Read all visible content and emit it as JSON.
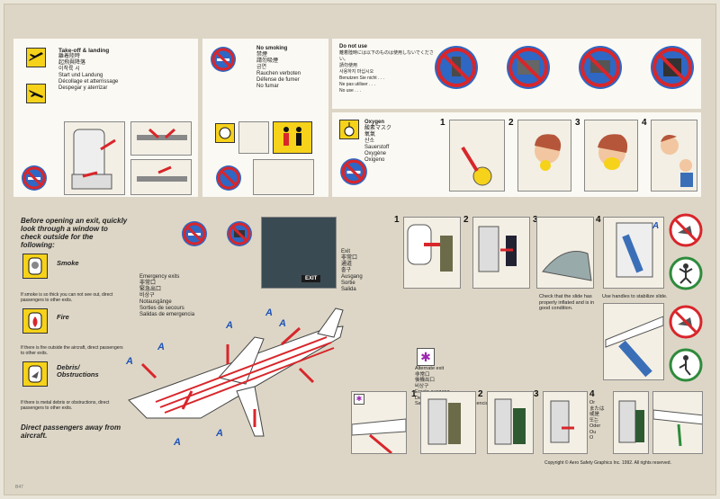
{
  "takeoff": {
    "title": "Take-off & landing",
    "langs": "離着陸時\n起飛與降落\n이착륙 시\nStart und Landung\nDécollage et atterrissage\nDespegar y aterrizar"
  },
  "smoking": {
    "title": "No smoking",
    "langs": "禁煙\n請勿吸煙\n금연\nRauchen verboten\nDéfense de fumer\nNo fumar"
  },
  "donotuse": {
    "title": "Do not use",
    "langs": "離着陸時には以下のものは使用しないでください。\n請勿使用\n사용하지 마십시오\nBenutzen Sie nicht . . .\nNe pas utiliser . . .\nNo use . . ."
  },
  "oxygen": {
    "title": "Oxygen",
    "langs": "酸素マスク\n氧氣\n산소\nSauerstoff\nOxygène\nOxigeno",
    "steps": [
      "1",
      "2",
      "3",
      "4"
    ]
  },
  "before_exit": {
    "title": "Before opening an exit, quickly look through a window to check outside for the following:",
    "smoke": {
      "label": "Smoke",
      "note": "If smoke is so thick you can not see out, direct passengers to other exits."
    },
    "fire": {
      "label": "Fire",
      "note": "If there is fire outside the aircraft, direct passengers to other exits."
    },
    "debris": {
      "label": "Debris/\nObstructions",
      "note": "If there is metal debris or obstructions, direct passengers to other exits."
    },
    "direct": "Direct passengers away from aircraft."
  },
  "emergency_exits": {
    "langs": "Emergency exits\n非常口\n緊急出口\n비상구\nNotausgänge\nSorties de secours\nSalidas de emergencia",
    "marker": "A"
  },
  "exit_sign": {
    "langs": "Exit\n非常口\n通道\n출구\nAusgang\nSortie\nSalida",
    "sign": "EXIT"
  },
  "slide": {
    "steps": [
      "1",
      "2",
      "3",
      "4"
    ],
    "check_note": "Check that the slide has properly inflated and is in good condition.",
    "handles_note": "Use handles to stabilize slide.",
    "marker": "A"
  },
  "alternate": {
    "langs": "Alternate exit\n非常口\n後機出口\n비상구\nErsatz-ausgang\nDeuxième Sortie\nSalida secundaria de emergencia",
    "steps": [
      "1",
      "2",
      "3",
      "4"
    ],
    "or_langs": "Or\nまたは\n或是\n또는\nOder\nOu\nO"
  },
  "copyright": "Copyright © Aero Safety Graphics Inc. 1992. All rights reserved.",
  "code": "B47",
  "colors": {
    "yellow": "#f6d21a",
    "red": "#d8262b",
    "blue": "#1f54b8",
    "green": "#2e8b3c",
    "panel": "#fbf9f3",
    "card": "#ddd6c6"
  }
}
